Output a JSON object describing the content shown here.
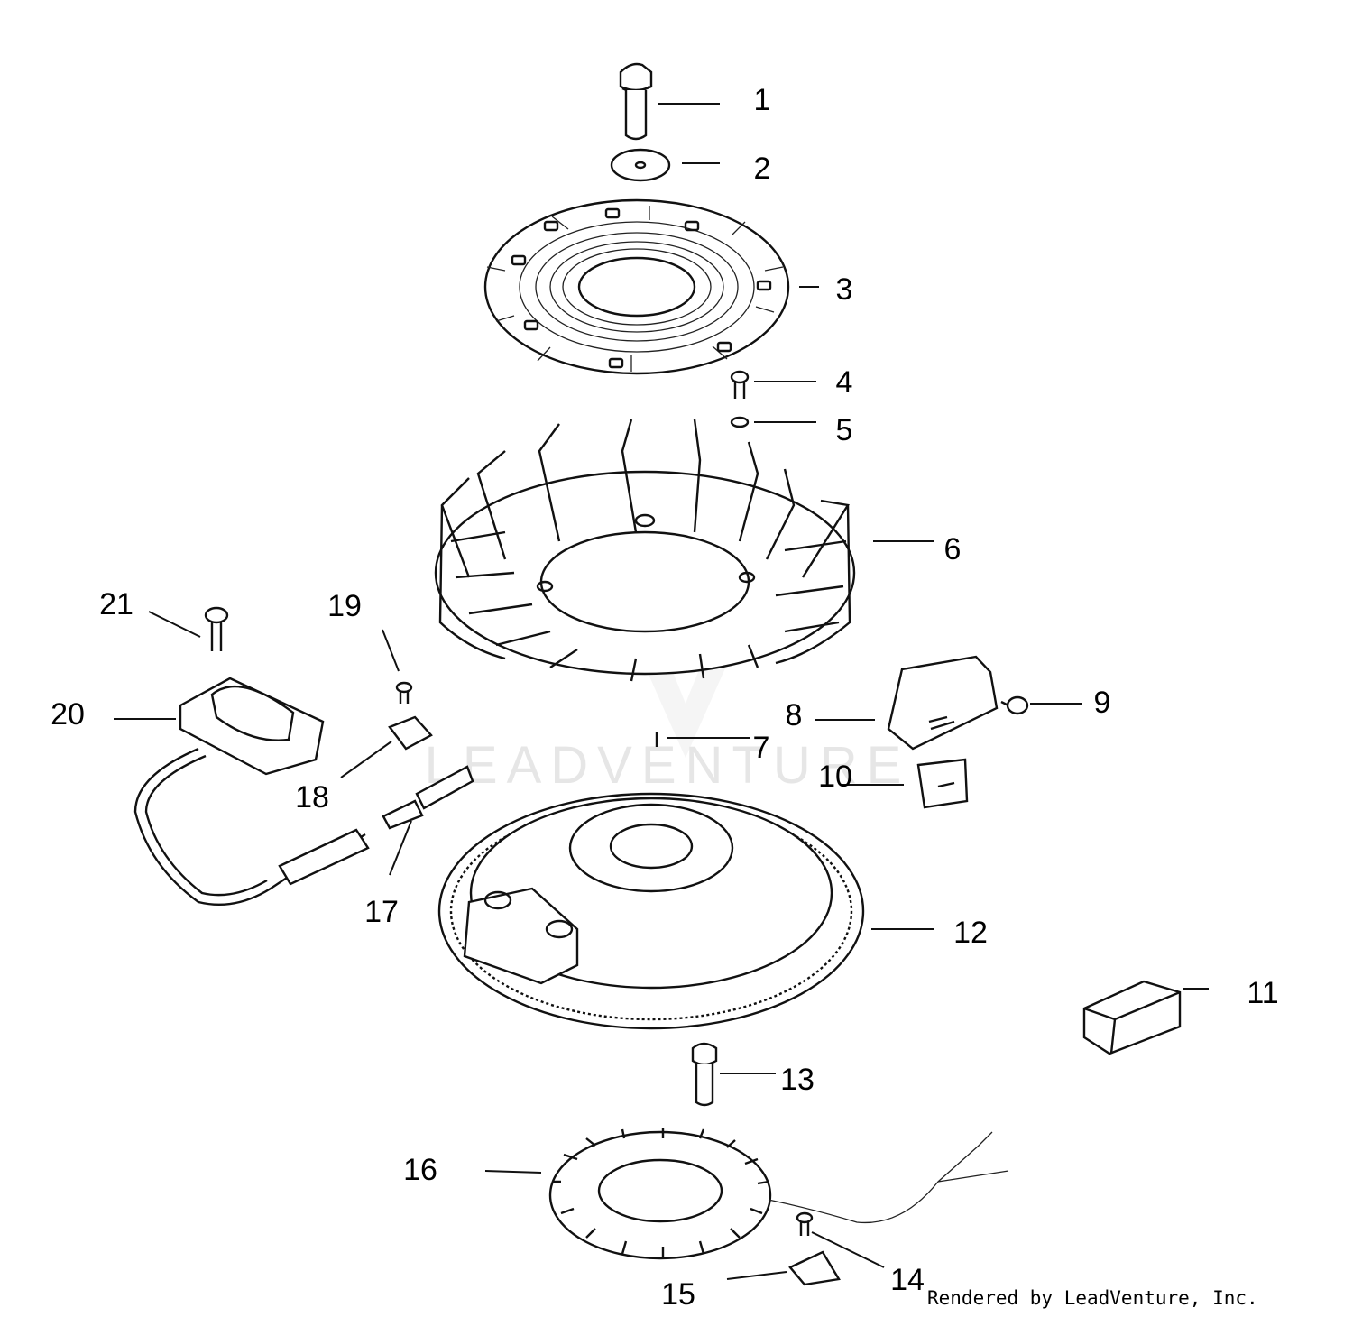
{
  "watermark": "LEADVENTURE",
  "credit": "Rendered by LeadVenture, Inc.",
  "callouts": [
    "1",
    "2",
    "3",
    "4",
    "5",
    "6",
    "7",
    "8",
    "9",
    "10",
    "11",
    "12",
    "13",
    "14",
    "15",
    "16",
    "17",
    "18",
    "19",
    "20",
    "21"
  ]
}
